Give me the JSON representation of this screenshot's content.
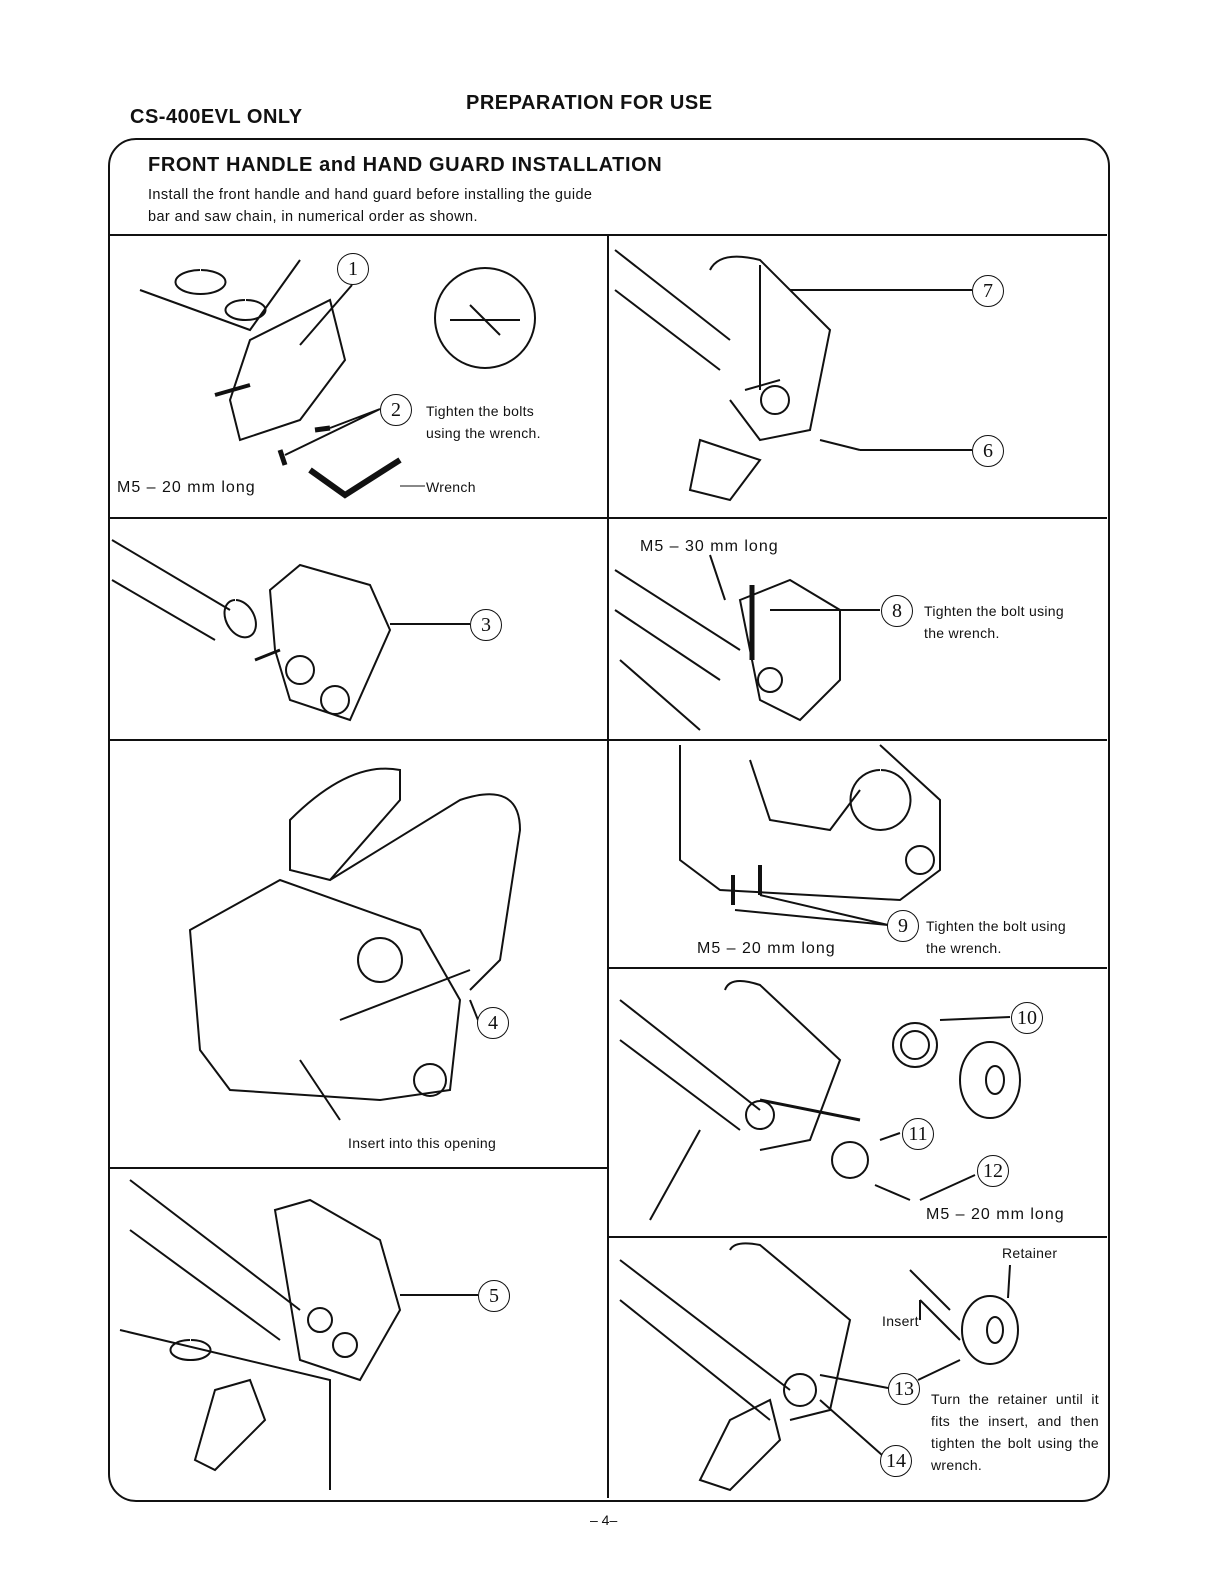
{
  "header": {
    "model_note": "CS-400EVL ONLY",
    "section": "PREPARATION FOR USE"
  },
  "box": {
    "title": "FRONT HANDLE and HAND GUARD INSTALLATION",
    "desc_line1": "Install the front handle and hand guard before installing the guide",
    "desc_line2": "bar and saw chain, in numerical order as shown."
  },
  "panels": {
    "p1": {
      "step1": "1",
      "step2": "2",
      "tighten_l1": "Tighten the bolts",
      "tighten_l2": "using the wrench.",
      "wrench": "Wrench",
      "bolt": "M5 – 20 mm long"
    },
    "p3": {
      "step": "3"
    },
    "p4": {
      "step": "4",
      "note": "Insert into this opening"
    },
    "p5": {
      "step": "5"
    },
    "p67": {
      "step7": "7",
      "step6": "6"
    },
    "p8": {
      "bolt": "M5 – 30 mm long",
      "step": "8",
      "l1": "Tighten the bolt using",
      "l2": "the wrench."
    },
    "p9": {
      "step": "9",
      "l1": "Tighten the bolt using",
      "l2": "the wrench.",
      "bolt": "M5 – 20 mm long"
    },
    "p10": {
      "step10": "10",
      "step11": "11",
      "step12": "12",
      "bolt": "M5 – 20 mm long"
    },
    "p13": {
      "retainer": "Retainer",
      "insert": "Insert",
      "step13": "13",
      "step14": "14",
      "instruction": "Turn the retainer until it fits the insert, and then tighten the bolt using the wrench."
    }
  },
  "footer": {
    "page": "– 4–"
  }
}
